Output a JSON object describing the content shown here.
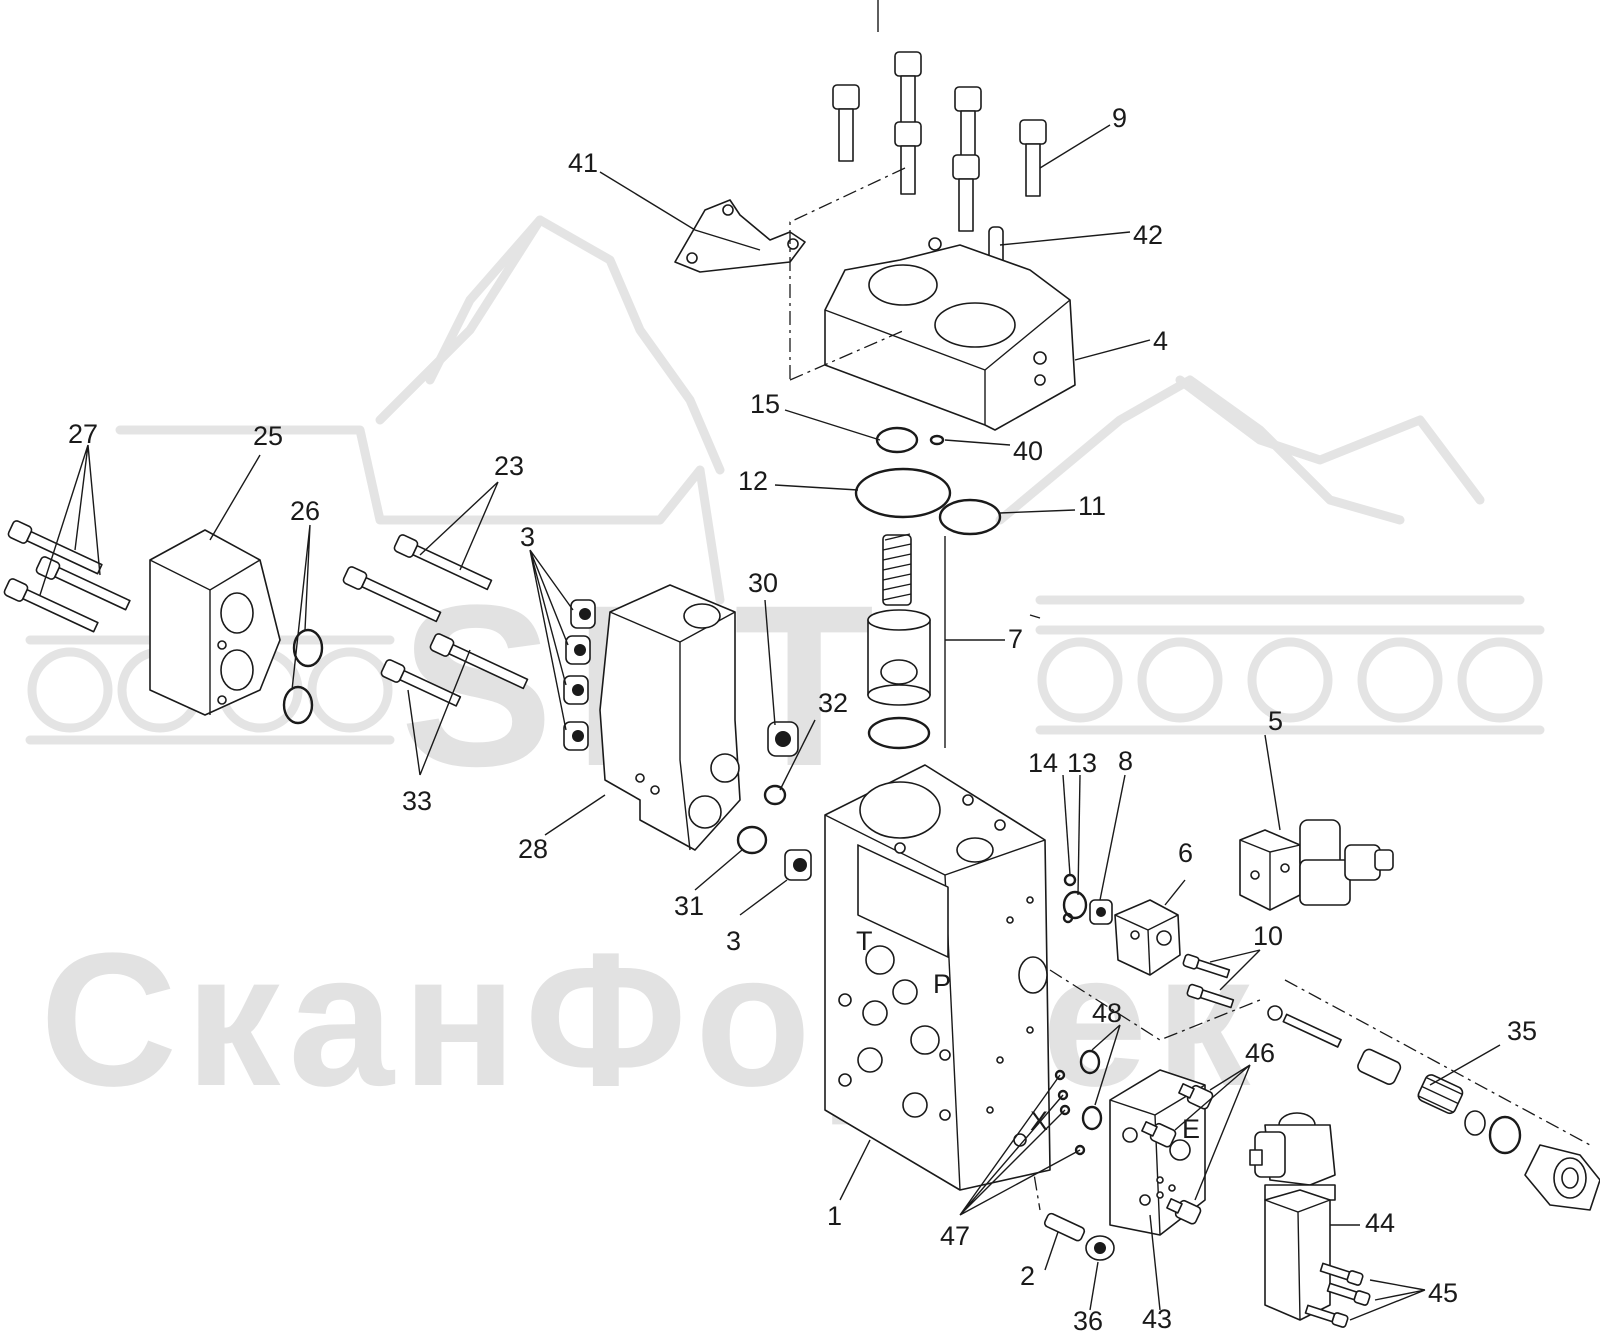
{
  "watermark": {
    "line1": "SFT",
    "line2": "СканФортек"
  },
  "callouts": {
    "c1": "1",
    "c2": "2",
    "c3a": "3",
    "c3b": "3",
    "c4": "4",
    "c5": "5",
    "c6": "6",
    "c7": "7",
    "c8": "8",
    "c9": "9",
    "c10": "10",
    "c11": "11",
    "c12": "12",
    "c13": "13",
    "c14": "14",
    "c15": "15",
    "c23": "23",
    "c25": "25",
    "c26": "26",
    "c27": "27",
    "c28": "28",
    "c30": "30",
    "c31": "31",
    "c32": "32",
    "c33": "33",
    "c35": "35",
    "c36": "36",
    "c40": "40",
    "c41": "41",
    "c42": "42",
    "c43": "43",
    "c44": "44",
    "c45": "45",
    "c46": "46",
    "c47": "47",
    "c48": "48"
  },
  "markings": {
    "port_t": "T",
    "port_p": "P",
    "port_e": "E",
    "port_x": "X"
  },
  "colors": {
    "stroke": "#1a1a1a",
    "watermark": "#e2e2e2",
    "background": "#ffffff"
  }
}
